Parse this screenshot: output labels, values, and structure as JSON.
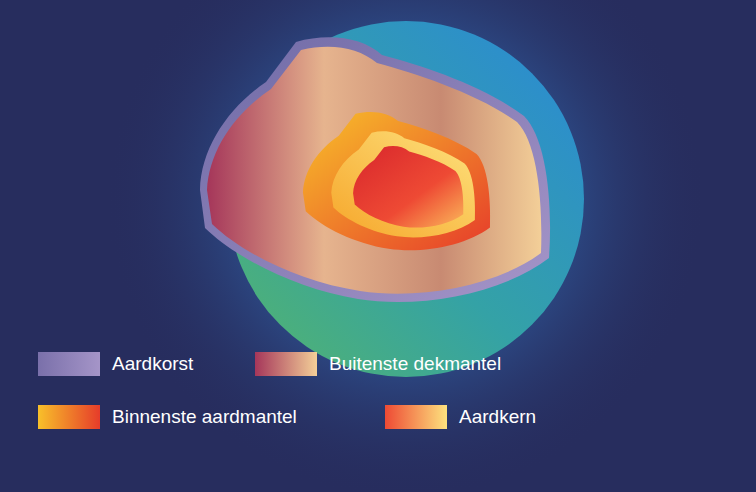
{
  "diagram": {
    "legend": [
      {
        "text": "Aardkorst",
        "color": "#7a70aa"
      },
      {
        "text": "Buitenste dekmantel",
        "color": "#a5365a"
      },
      {
        "text": "Binnenste aardmantel",
        "color": "#f8c02a"
      },
      {
        "text": "Aardkern",
        "color": "#ee4a34"
      }
    ]
  }
}
